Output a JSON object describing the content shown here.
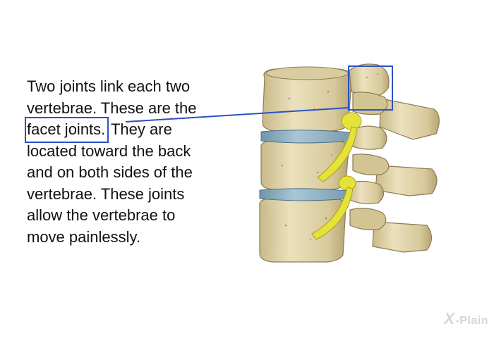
{
  "text": {
    "line1": "Two joints link each two",
    "line2": "vertebrae. These are the",
    "line3_highlight": "facet joints.",
    "line3_rest": " They are",
    "line4": "located toward the back",
    "line5": "and on both sides of the",
    "line6": "vertebrae. These joints",
    "line7": "allow the vertebrae to",
    "line8": "move painlessly."
  },
  "watermark": {
    "x": "X",
    "label": "-Plain"
  },
  "colors": {
    "highlight_box": "#2a52c4",
    "bone": "#e2d6ad",
    "bone_shadow": "#b9a87a",
    "disc": "#8fb3c8",
    "nerve": "#e6e23a"
  }
}
